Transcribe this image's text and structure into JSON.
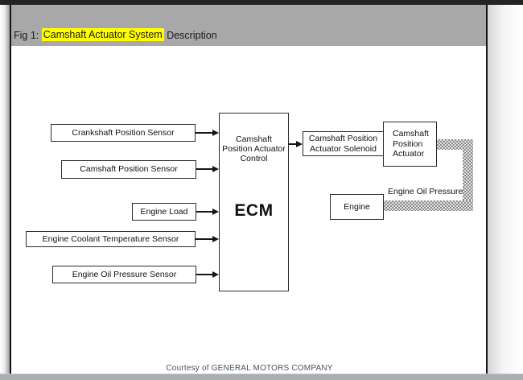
{
  "window": {
    "title_prefix": "Fig 1: ",
    "title_highlight": "Camshaft Actuator System",
    "title_suffix": " Description"
  },
  "diagram": {
    "inputs": [
      {
        "label": "Crankshaft Position Sensor"
      },
      {
        "label": "Camshaft Position Sensor"
      },
      {
        "label": "Engine Load"
      },
      {
        "label": "Engine Coolant Temperature Sensor"
      },
      {
        "label": "Engine Oil Pressure Sensor"
      }
    ],
    "ecm": {
      "control_label": "Camshaft Position Actuator Control",
      "name": "ECM"
    },
    "solenoid": {
      "label": "Camshaft Position Actuator Solenoid"
    },
    "actuator": {
      "label": "Camshaft Position Actuator"
    },
    "engine": {
      "label": "Engine"
    },
    "oil_pressure_label": "Engine Oil Pressure"
  },
  "footer": {
    "courtesy": "Courtesy of GENERAL MOTORS COMPANY"
  },
  "colors": {
    "titlebar": "#a8a8a8",
    "highlight": "#ffff00",
    "bottom_strip": "#a9aeb1",
    "diagram_line": "#161616"
  }
}
